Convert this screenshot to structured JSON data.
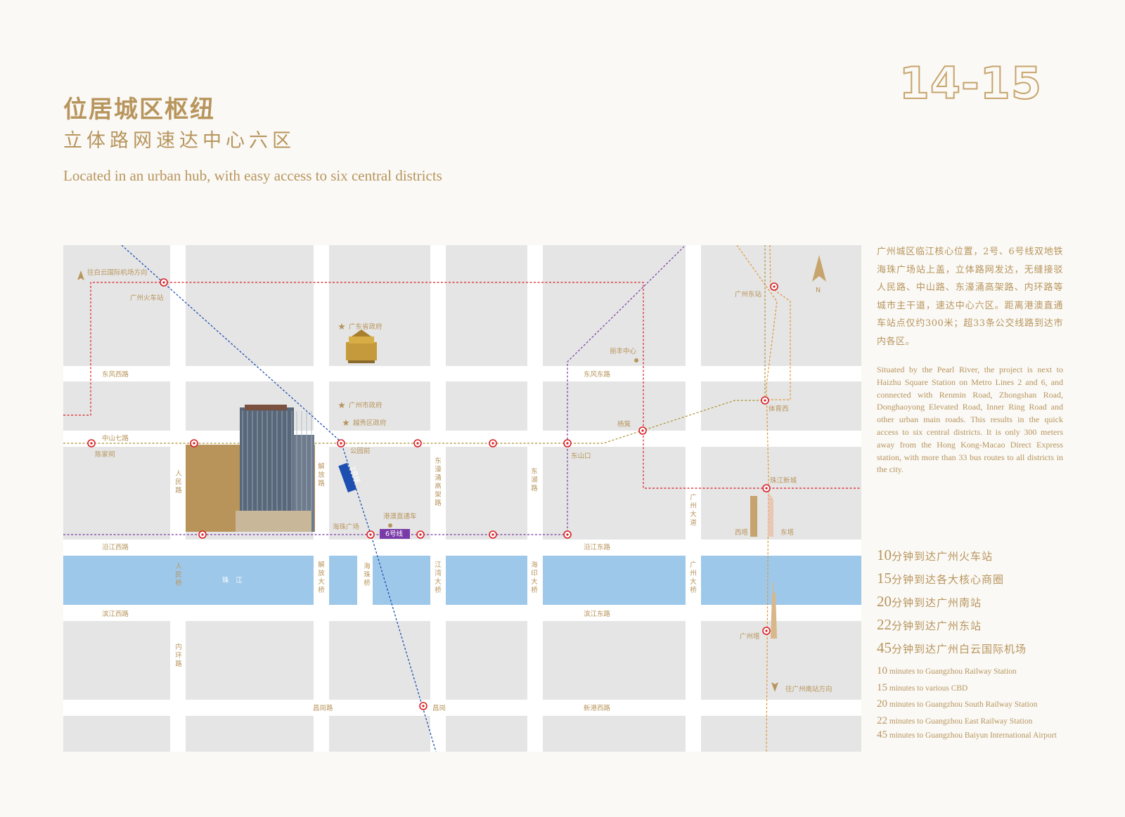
{
  "page_number": "14-15",
  "title_cn": "位居城区枢纽",
  "subtitle_cn": "立体路网速达中心六区",
  "subtitle_en": "Located in an urban hub, with easy access to six central districts",
  "description_cn": "广州城区临江核心位置，2号、6号线双地铁海珠广场站上盖，立体路网发达，无缝接驳人民路、中山路、东濠涌高架路、内环路等城市主干道，速达中心六区。距离港澳直通车站点仅约300米；超33条公交线路到达市内各区。",
  "description_en": "Situated by the Pearl River, the project is next to Haizhu Square Station on Metro Lines 2 and 6, and connected with Renmin Road, Zhongshan Road, Donghaoyong Elevated Road, Inner Ring Road and other urban main roads. This results in the quick access to six central districts. It is only 300 meters away from the Hong Kong-Macao Direct Express station, with more than 33 bus routes to all districts in the city.",
  "travel_times_cn": [
    {
      "minutes": "10",
      "text": "分钟到达广州火车站"
    },
    {
      "minutes": "15",
      "text": "分钟到达各大核心商圈"
    },
    {
      "minutes": "20",
      "text": "分钟到达广州南站"
    },
    {
      "minutes": "22",
      "text": "分钟到达广州东站"
    },
    {
      "minutes": "45",
      "text": "分钟到达广州白云国际机场"
    }
  ],
  "travel_times_en": [
    {
      "minutes": "10",
      "text": " minutes to Guangzhou Railway Station"
    },
    {
      "minutes": "15",
      "text": " minutes to various CBD"
    },
    {
      "minutes": "20",
      "text": " minutes to Guangzhou South Railway Station"
    },
    {
      "minutes": "22",
      "text": " minutes to Guangzhou East Railway Station"
    },
    {
      "minutes": "45",
      "text": " minutes to Guangzhou Baiyun International Airport"
    }
  ],
  "map": {
    "north": "N",
    "colors": {
      "block": "#e5e5e5",
      "river": "#9ec8ea",
      "road": "#ffffff",
      "project": "#b8945a",
      "label": "#b8955c",
      "line_red": "#d91e24",
      "line_blue": "#1d4fb0",
      "line_olive": "#a89433",
      "line_purple": "#7a3aa8",
      "line_orange": "#e2932e"
    },
    "roads": {
      "dongfeng_west": "东风西路",
      "dongfeng_east": "东风东路",
      "zhongshan_7": "中山七路",
      "yanjiang_west": "沿江西路",
      "yanjiang_east": "沿江东路",
      "binjiang_west": "滨江西路",
      "binjiang_east": "滨江东路",
      "changgang": "昌岗路",
      "xingang_west": "新港西路",
      "renmin_road": "人民路",
      "jiefang_road": "解放路",
      "donghao_road": "东濠涌高架路",
      "donghu_road": "东湖路",
      "guangzhou_avenue": "广州大道",
      "neihuan_road": "内环路",
      "renmin_bridge": "人民桥",
      "jiefang_bridge": "解放大桥",
      "haizhu_bridge": "海珠桥",
      "jiangwan_bridge": "江湾大桥",
      "haiyin_bridge": "海印大桥",
      "guangzhou_bridge": "广州大桥",
      "pearl_river": "珠　江"
    },
    "places": {
      "to_airport": "往白云国际机场方向",
      "gz_railway": "广州火车站",
      "gd_gov": "广东省政府",
      "gz_gov": "广州市政府",
      "yuexiu_gov": "越秀区政府",
      "chenjiaci": "陈家祠",
      "gongyuanqian": "公园前",
      "haizhu_square": "海珠广场",
      "hkm_bus": "港澳直通车",
      "line6": "6号线",
      "line2": "2号线",
      "dongshankou": "东山口",
      "yangji": "杨箕",
      "lifeng": "丽丰中心",
      "gz_east": "广州东站",
      "tiyuxi": "体育西",
      "zhujiang_new": "珠江新城",
      "west_tower": "西塔",
      "east_tower": "东塔",
      "canton_tower": "广州塔",
      "changgang_station": "昌岗",
      "to_south": "往广州南站方向"
    }
  }
}
